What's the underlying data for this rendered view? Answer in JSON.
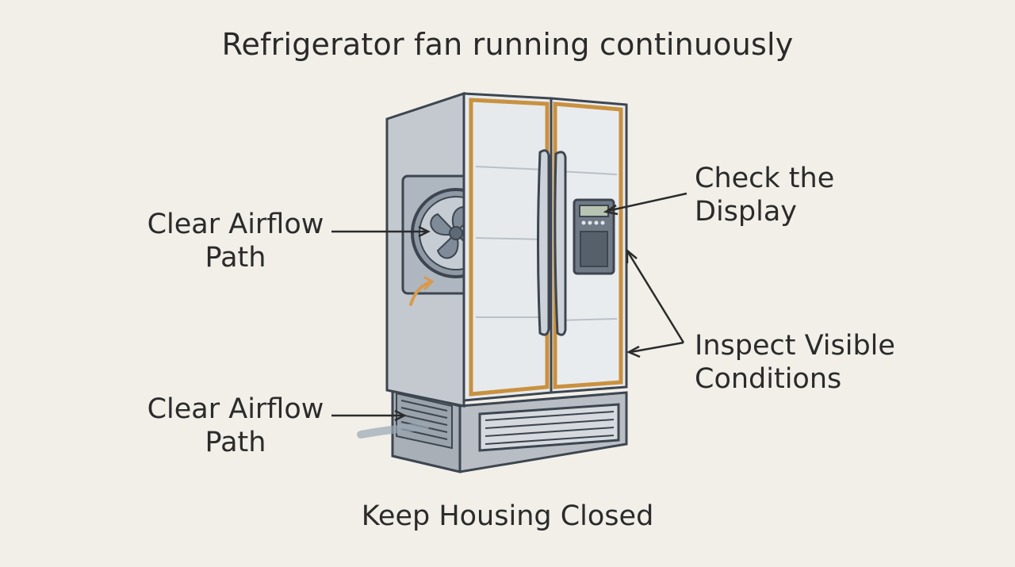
{
  "title": "Refrigerator fan running continuously",
  "labels": {
    "airflow_upper": {
      "line1": "Clear Airflow",
      "line2": "Path"
    },
    "airflow_lower": {
      "line1": "Clear Airflow",
      "line2": "Path"
    },
    "display": {
      "line1": "Check the",
      "line2": "Display"
    },
    "inspect": {
      "line1": "Inspect Visible",
      "line2": "Conditions"
    },
    "housing": "Keep Housing Closed"
  },
  "colors": {
    "background": "#f1efe8",
    "outline": "#3d4650",
    "gasket": "#c9913f",
    "airflow_arrow": "#d79a4f",
    "body": "#c7ccd2",
    "glass": "#e7ebee"
  }
}
